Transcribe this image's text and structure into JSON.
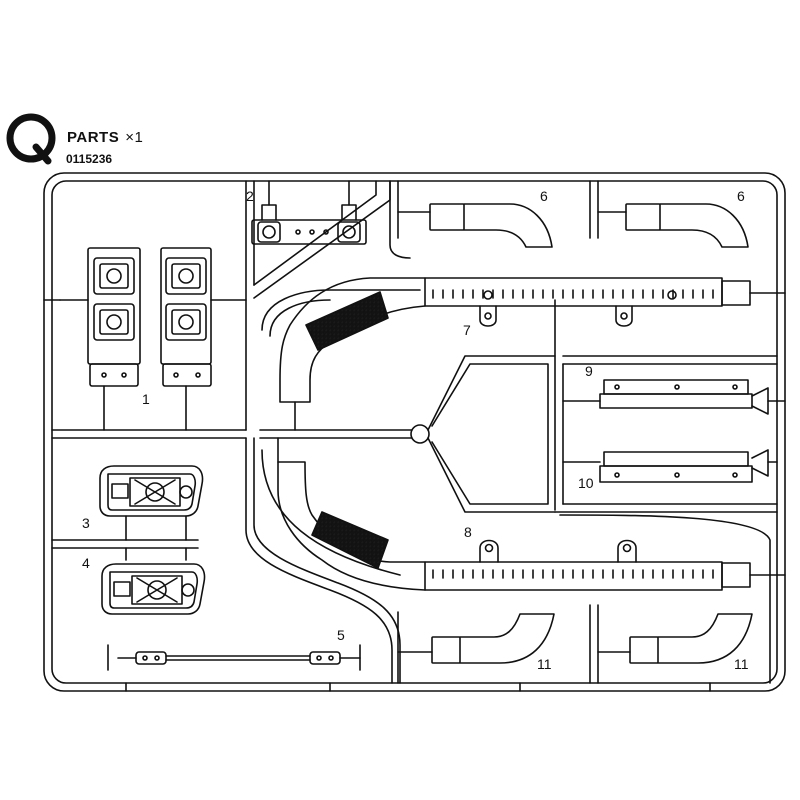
{
  "header": {
    "badge_letter": "Q",
    "title": "PARTS",
    "quantity": "×1",
    "part_code": "0115236"
  },
  "part_numbers": [
    "1",
    "2",
    "3",
    "4",
    "5",
    "6",
    "6",
    "7",
    "8",
    "9",
    "10",
    "11",
    "11"
  ],
  "colors": {
    "line": "#111111",
    "background": "#ffffff",
    "grip": "#1a1a1a"
  }
}
